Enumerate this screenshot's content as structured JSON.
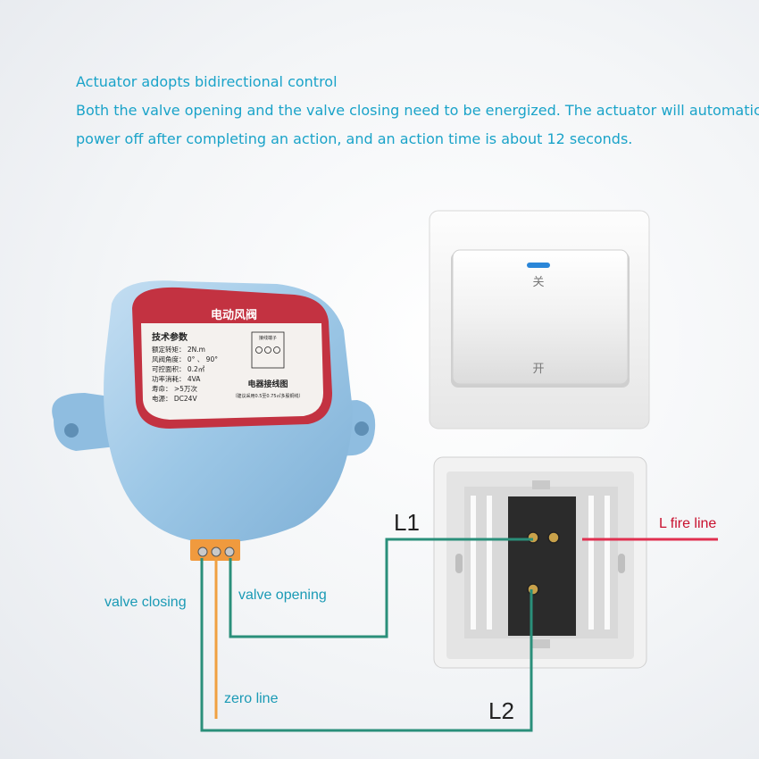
{
  "intro": {
    "line1": "Actuator adopts bidirectional control",
    "line2": "Both the valve opening and the valve closing need to be energized. The actuator will automatically",
    "line3": "power off after completing an action, and an action time is about 12 seconds."
  },
  "actuator_label": {
    "title": "电动风阀",
    "section1": "技术参数",
    "section2": "电器接线图",
    "rows": [
      "额定转矩：  2N.m",
      "风阀角度：  0° 、 90°",
      "可控面积：  0.2㎡",
      "功率消耗：  4VA",
      "寿命：  >5万次",
      "电源：  DC24V"
    ],
    "terminal_caption": "接线端子",
    "note": "（建议采用0.5至0.75㎡多股铜线）"
  },
  "switch": {
    "off_label": "关",
    "on_label": "开"
  },
  "wiring": {
    "valve_closing": "valve closing",
    "valve_opening": "valve opening",
    "zero_line": "zero line",
    "l1": "L1",
    "l2": "L2",
    "l_fire_line": "L fire line"
  },
  "colors": {
    "text_accent": "#1aa3c9",
    "wire_green": "#2a8f7a",
    "wire_orange": "#f0a040",
    "fire_line": "#e03050",
    "actuator_body": "#9ec8e6"
  }
}
